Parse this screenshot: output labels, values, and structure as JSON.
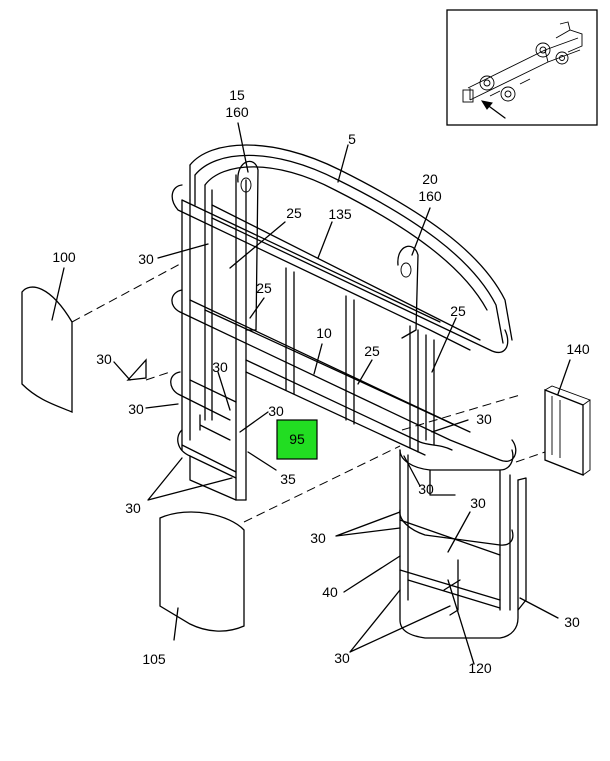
{
  "diagram": {
    "callouts": [
      {
        "id": "c-15",
        "text": "15"
      },
      {
        "id": "c-160a",
        "text": "160"
      },
      {
        "id": "c-5",
        "text": "5"
      },
      {
        "id": "c-20",
        "text": "20"
      },
      {
        "id": "c-160b",
        "text": "160"
      },
      {
        "id": "c-25a",
        "text": "25"
      },
      {
        "id": "c-135",
        "text": "135"
      },
      {
        "id": "c-30a",
        "text": "30"
      },
      {
        "id": "c-100",
        "text": "100"
      },
      {
        "id": "c-25b",
        "text": "25"
      },
      {
        "id": "c-25c",
        "text": "25"
      },
      {
        "id": "c-10",
        "text": "10"
      },
      {
        "id": "c-25d",
        "text": "25"
      },
      {
        "id": "c-140",
        "text": "140"
      },
      {
        "id": "c-30b",
        "text": "30"
      },
      {
        "id": "c-30c",
        "text": "30"
      },
      {
        "id": "c-30d",
        "text": "30"
      },
      {
        "id": "c-30e",
        "text": "30"
      },
      {
        "id": "c-30f",
        "text": "30"
      },
      {
        "id": "c-35",
        "text": "35"
      },
      {
        "id": "c-30g",
        "text": "30"
      },
      {
        "id": "c-30h",
        "text": "30"
      },
      {
        "id": "c-30i",
        "text": "30"
      },
      {
        "id": "c-30j",
        "text": "30"
      },
      {
        "id": "c-40",
        "text": "40"
      },
      {
        "id": "c-30k",
        "text": "30"
      },
      {
        "id": "c-105",
        "text": "105"
      },
      {
        "id": "c-30l",
        "text": "30"
      },
      {
        "id": "c-120",
        "text": "120"
      }
    ],
    "highlight": {
      "text": "95",
      "color": "#22dd22"
    }
  }
}
